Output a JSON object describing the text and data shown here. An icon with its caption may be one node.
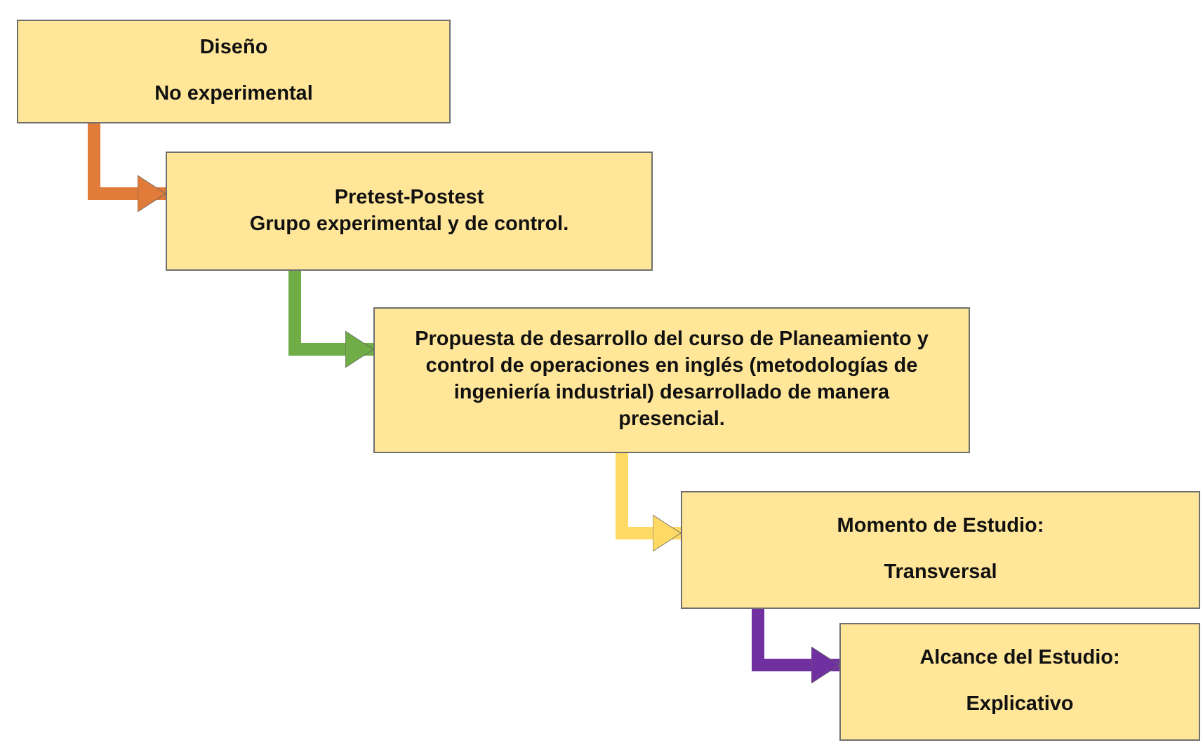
{
  "diagram": {
    "nodes": [
      {
        "text": [
          "Diseño",
          "No experimental"
        ]
      },
      {
        "text": [
          "Pretest-Postest",
          "Grupo experimental y de control."
        ]
      },
      {
        "text": [
          "Propuesta de desarrollo del curso de Planeamiento y control de operaciones en inglés (metodologías de ingeniería industrial) desarrollado de manera presencial."
        ]
      },
      {
        "text": [
          "Momento de Estudio:",
          "Transversal"
        ]
      },
      {
        "text": [
          "Alcance del Estudio:",
          "Explicativo"
        ]
      }
    ],
    "edges": [
      {
        "from": 0,
        "to": 1,
        "arrow": "to",
        "color": "#e07b39"
      },
      {
        "from": 1,
        "to": 2,
        "arrow": "to",
        "color": "#70ad47"
      },
      {
        "from": 2,
        "to": 3,
        "arrow": "to",
        "color": "#ffd966"
      },
      {
        "from": 3,
        "to": 4,
        "arrow": "to",
        "color": "#7030a0"
      }
    ]
  }
}
